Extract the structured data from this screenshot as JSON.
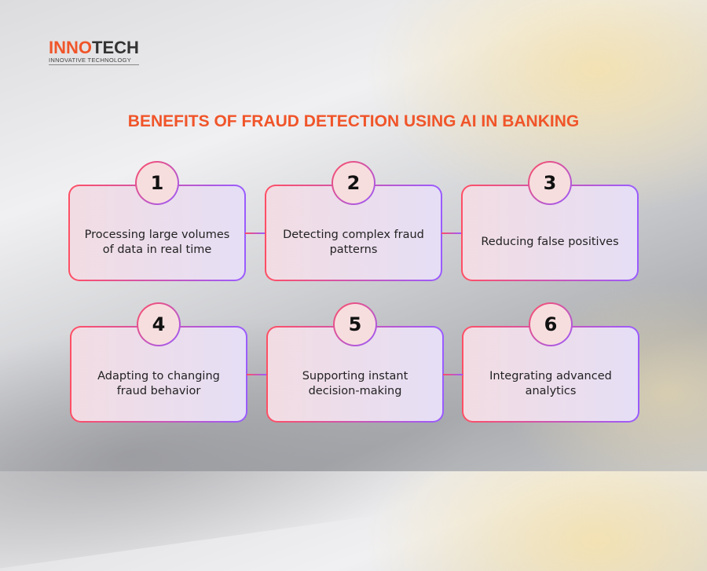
{
  "logo": {
    "brand_part1": "INNO",
    "brand_part2": "TECH",
    "tagline": "INNOVATIVE TECHNOLOGY"
  },
  "title": "BENEFITS OF FRAUD DETECTION USING AI IN BANKING",
  "colors": {
    "accent": "#f0552a",
    "gradient_start": "#ff4f64",
    "gradient_end": "#9a5cff"
  },
  "benefits": [
    {
      "number": "1",
      "text": "Processing large volumes of data in real time"
    },
    {
      "number": "2",
      "text": "Detecting complex fraud patterns"
    },
    {
      "number": "3",
      "text": "Reducing false positives"
    },
    {
      "number": "4",
      "text": "Adapting to changing fraud behavior"
    },
    {
      "number": "5",
      "text": "Supporting instant decision-making"
    },
    {
      "number": "6",
      "text": "Integrating advanced analytics"
    }
  ]
}
